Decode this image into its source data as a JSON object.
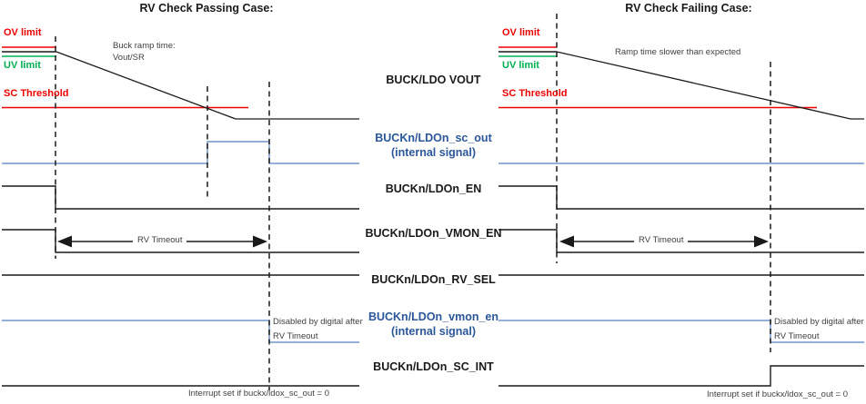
{
  "colors": {
    "red": "#ee0000",
    "green": "#00B050",
    "blue_line": "#7296C9",
    "blue_text": "#2B579A",
    "black": "#1a1a1a",
    "note": "#3F3F3F"
  },
  "left_panel": {
    "title": "RV Check Passing Case:",
    "ov_limit": "OV limit",
    "uv_limit": "UV limit",
    "sc_threshold": "SC Threshold",
    "ramp_note_line1": "Buck ramp time:",
    "ramp_note_line2": "Vout/SR",
    "rv_timeout": "RV Timeout",
    "disabled_note_line1": "Disabled by digital after",
    "disabled_note_line2": "RV Timeout",
    "interrupt_note": "Interrupt set if buckx/ldox_sc_out = 0"
  },
  "right_panel": {
    "title": "RV Check Failing Case:",
    "ov_limit": "OV limit",
    "uv_limit": "UV limit",
    "sc_threshold": "SC Threshold",
    "ramp_note": "Ramp time slower than expected",
    "rv_timeout": "RV Timeout",
    "disabled_note_line1": "Disabled by digital after",
    "disabled_note_line2": "RV Timeout",
    "interrupt_note": "Interrupt set if buckx/ldox_sc_out = 0"
  },
  "signals": [
    {
      "label": "BUCK/LDO VOUT",
      "sub": ""
    },
    {
      "label": "BUCKn/LDOn_sc_out",
      "sub": "(internal signal)"
    },
    {
      "label": "BUCKn/LDOn_EN",
      "sub": ""
    },
    {
      "label": "BUCKn/LDOn_VMON_EN",
      "sub": ""
    },
    {
      "label": "BUCKn/LDOn_RV_SEL",
      "sub": ""
    },
    {
      "label": "BUCKn/LDOn_vmon_en",
      "sub": "(internal signal)"
    },
    {
      "label": "BUCKn/LDOn_SC_INT",
      "sub": ""
    }
  ]
}
